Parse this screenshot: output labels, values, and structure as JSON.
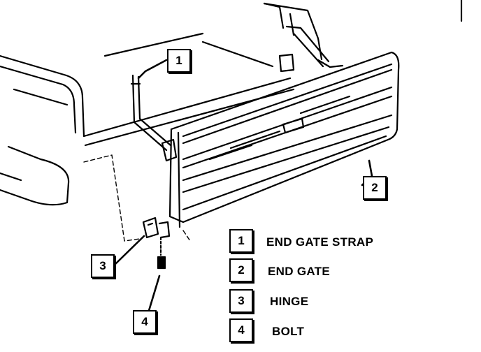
{
  "callouts": {
    "strap": "1",
    "gate": "2",
    "hinge": "3",
    "bolt": "4"
  },
  "legend": [
    {
      "number": "1",
      "label": "END GATE STRAP"
    },
    {
      "number": "2",
      "label": "END GATE"
    },
    {
      "number": "3",
      "label": "HINGE"
    },
    {
      "number": "4",
      "label": "BOLT"
    }
  ]
}
